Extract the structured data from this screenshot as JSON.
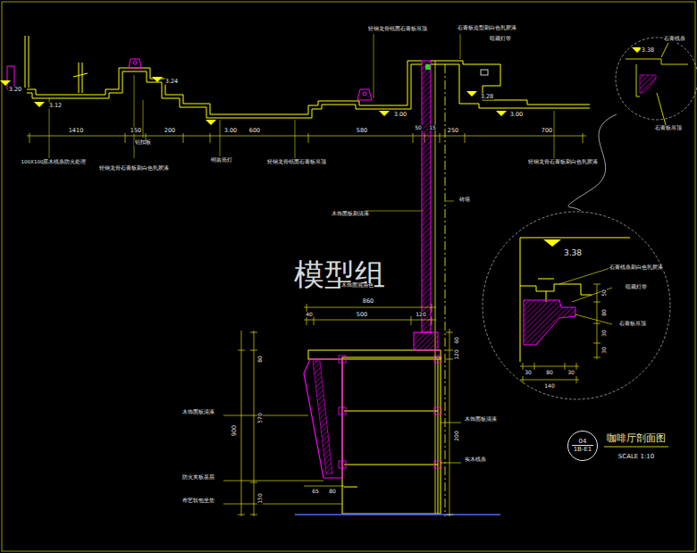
{
  "diagram": {
    "title": "咖啡厅剖面图",
    "nodes": [
      {
        "text": [
          "04",
          "1B-E1"
        ]
      }
    ],
    "labels": [
      "3.20",
      "3.12",
      "3.24",
      "3.00",
      "3.00",
      "3.28",
      "3.00",
      "1410",
      "150",
      "200",
      "600",
      "580",
      "50",
      "15",
      "250",
      "700",
      "轻钢龙骨纸面石膏板吊顶",
      "石膏板造型刷白色乳胶漆",
      "暗藏灯带",
      "100X100原木线条防火处理",
      "轻钢龙骨石膏板刷白色乳胶漆",
      "明装筒灯",
      "轻钢龙骨纸面石膏板吊顶",
      "铝扣板",
      "轻钢龙骨石膏板刷白色乳胶漆",
      "石膏线条",
      "石膏板吊顶",
      "3.38",
      "木饰面板刷清漆",
      "砖墙",
      "模型组",
      "3.38",
      "石膏线条刷白色乳胶漆",
      "暗藏灯带",
      "石膏板吊顶",
      "30",
      "80",
      "30",
      "140",
      "50",
      "80",
      "30",
      "30",
      "860",
      "40",
      "500",
      "120",
      "60",
      "120",
      "80",
      "570",
      "900",
      "150",
      "65",
      "80",
      "200",
      "木饰面板清漆",
      "防火夹板基层",
      "布艺软包坐垫",
      "木饰面板清漆",
      "实木线条",
      "SCALE 1:10",
      "木饰面混油色"
    ]
  }
}
